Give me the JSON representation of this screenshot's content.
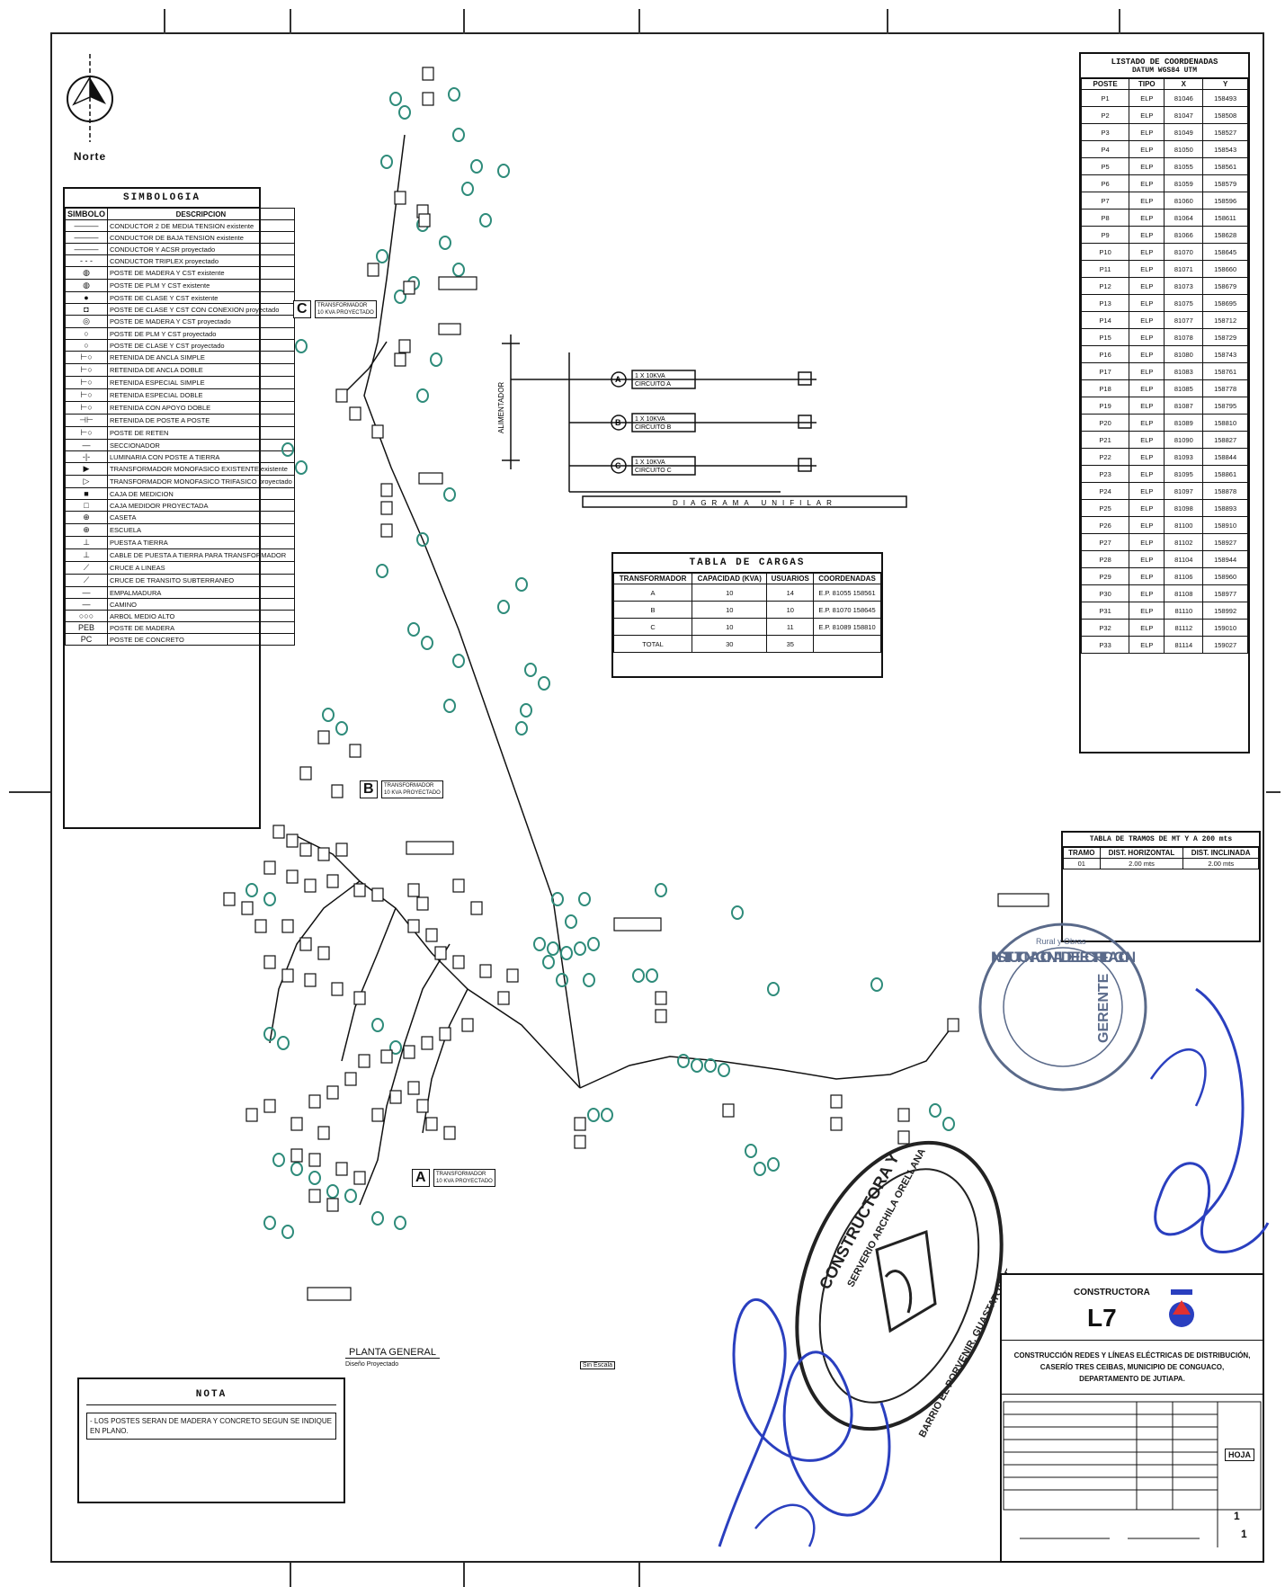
{
  "north": {
    "label": "Norte"
  },
  "legend": {
    "title": "SIMBOLOGIA",
    "col_symbol": "SIMBOLO",
    "col_desc": "DESCRIPCION",
    "items": [
      {
        "sym": "———",
        "desc": "CONDUCTOR 2 DE MEDIA TENSION existente"
      },
      {
        "sym": "———",
        "desc": "CONDUCTOR DE BAJA TENSION existente"
      },
      {
        "sym": "———",
        "desc": "CONDUCTOR Y ACSR proyectado"
      },
      {
        "sym": "- - -",
        "desc": "CONDUCTOR TRIPLEX proyectado"
      },
      {
        "sym": "◍",
        "desc": "POSTE DE MADERA Y CST existente"
      },
      {
        "sym": "◍",
        "desc": "POSTE DE PLM Y CST existente"
      },
      {
        "sym": "●",
        "desc": "POSTE DE CLASE Y CST existente"
      },
      {
        "sym": "◘",
        "desc": "POSTE DE CLASE Y CST CON CONEXION proyectado"
      },
      {
        "sym": "◎",
        "desc": "POSTE DE MADERA Y CST proyectado"
      },
      {
        "sym": "○",
        "desc": "POSTE DE PLM Y CST proyectado"
      },
      {
        "sym": "○",
        "desc": "POSTE DE CLASE Y CST proyectado"
      },
      {
        "sym": "⊢○",
        "desc": "RETENIDA DE ANCLA SIMPLE"
      },
      {
        "sym": "⊢○",
        "desc": "RETENIDA DE ANCLA DOBLE"
      },
      {
        "sym": "⊢○",
        "desc": "RETENIDA ESPECIAL SIMPLE"
      },
      {
        "sym": "⊢○",
        "desc": "RETENIDA ESPECIAL DOBLE"
      },
      {
        "sym": "⊢○",
        "desc": "RETENIDA CON APOYO DOBLE"
      },
      {
        "sym": "⊣⊢",
        "desc": "RETENIDA DE POSTE A POSTE"
      },
      {
        "sym": "⊢○",
        "desc": "POSTE DE RETEN"
      },
      {
        "sym": "—",
        "desc": "SECCIONADOR"
      },
      {
        "sym": "-|-",
        "desc": "LUMINARIA CON POSTE A TIERRA"
      },
      {
        "sym": "▶",
        "desc": "TRANSFORMADOR MONOFASICO EXISTENTE existente"
      },
      {
        "sym": "▷",
        "desc": "TRANSFORMADOR MONOFASICO TRIFASICO proyectado"
      },
      {
        "sym": "■",
        "desc": "CAJA DE MEDICION"
      },
      {
        "sym": "□",
        "desc": "CAJA MEDIDOR PROYECTADA"
      },
      {
        "sym": "⊕",
        "desc": "CASETA"
      },
      {
        "sym": "⊕",
        "desc": "ESCUELA"
      },
      {
        "sym": "⊥",
        "desc": "PUESTA A TIERRA"
      },
      {
        "sym": "⊥",
        "desc": "CABLE DE PUESTA A TIERRA PARA TRANSFORMADOR"
      },
      {
        "sym": "⟋",
        "desc": "CRUCE A LINEAS"
      },
      {
        "sym": "⟋",
        "desc": "CRUCE DE TRANSITO SUBTERRANEO"
      },
      {
        "sym": "—",
        "desc": "EMPALMADURA"
      },
      {
        "sym": "—",
        "desc": "CAMINO"
      },
      {
        "sym": "○○○",
        "desc": "ARBOL MEDIO ALTO"
      },
      {
        "sym": "PEB",
        "desc": "POSTE DE MADERA"
      },
      {
        "sym": "PC",
        "desc": "POSTE DE CONCRETO"
      }
    ]
  },
  "coords": {
    "title": "LISTADO DE COORDENADAS",
    "subtitle": "DATUM WGS84 UTM",
    "cols": [
      "POSTE",
      "TIPO",
      "X",
      "Y"
    ],
    "rows": [
      [
        "P1",
        "ELP",
        "81046",
        "158493"
      ],
      [
        "P2",
        "ELP",
        "81047",
        "158508"
      ],
      [
        "P3",
        "ELP",
        "81049",
        "158527"
      ],
      [
        "P4",
        "ELP",
        "81050",
        "158543"
      ],
      [
        "P5",
        "ELP",
        "81055",
        "158561"
      ],
      [
        "P6",
        "ELP",
        "81059",
        "158579"
      ],
      [
        "P7",
        "ELP",
        "81060",
        "158596"
      ],
      [
        "P8",
        "ELP",
        "81064",
        "158611"
      ],
      [
        "P9",
        "ELP",
        "81066",
        "158628"
      ],
      [
        "P10",
        "ELP",
        "81070",
        "158645"
      ],
      [
        "P11",
        "ELP",
        "81071",
        "158660"
      ],
      [
        "P12",
        "ELP",
        "81073",
        "158679"
      ],
      [
        "P13",
        "ELP",
        "81075",
        "158695"
      ],
      [
        "P14",
        "ELP",
        "81077",
        "158712"
      ],
      [
        "P15",
        "ELP",
        "81078",
        "158729"
      ],
      [
        "P16",
        "ELP",
        "81080",
        "158743"
      ],
      [
        "P17",
        "ELP",
        "81083",
        "158761"
      ],
      [
        "P18",
        "ELP",
        "81085",
        "158778"
      ],
      [
        "P19",
        "ELP",
        "81087",
        "158795"
      ],
      [
        "P20",
        "ELP",
        "81089",
        "158810"
      ],
      [
        "P21",
        "ELP",
        "81090",
        "158827"
      ],
      [
        "P22",
        "ELP",
        "81093",
        "158844"
      ],
      [
        "P23",
        "ELP",
        "81095",
        "158861"
      ],
      [
        "P24",
        "ELP",
        "81097",
        "158878"
      ],
      [
        "P25",
        "ELP",
        "81098",
        "158893"
      ],
      [
        "P26",
        "ELP",
        "81100",
        "158910"
      ],
      [
        "P27",
        "ELP",
        "81102",
        "158927"
      ],
      [
        "P28",
        "ELP",
        "81104",
        "158944"
      ],
      [
        "P29",
        "ELP",
        "81106",
        "158960"
      ],
      [
        "P30",
        "ELP",
        "81108",
        "158977"
      ],
      [
        "P31",
        "ELP",
        "81110",
        "158992"
      ],
      [
        "P32",
        "ELP",
        "81112",
        "159010"
      ],
      [
        "P33",
        "ELP",
        "81114",
        "159027"
      ]
    ]
  },
  "cargas": {
    "title": "TABLA DE CARGAS",
    "cols": [
      "TRANSFORMADOR",
      "CAPACIDAD (KVA)",
      "USUARIOS",
      "COORDENADAS"
    ],
    "rows": [
      [
        "A",
        "10",
        "14",
        "E.P. 81055 158561"
      ],
      [
        "B",
        "10",
        "10",
        "E.P. 81070 158645"
      ],
      [
        "C",
        "10",
        "11",
        "E.P. 81089 158810"
      ],
      [
        "TOTAL",
        "30",
        "35",
        ""
      ]
    ]
  },
  "tramos": {
    "title": "TABLA DE TRAMOS DE MT Y A 200 mts",
    "cols": [
      "TRAMO",
      "DIST. HORIZONTAL",
      "DIST. INCLINADA"
    ],
    "rows": [
      [
        "01",
        "2.00 mts",
        "2.00 mts"
      ]
    ]
  },
  "diagram": {
    "feeder": "ALIMENTADOR",
    "nodes": [
      {
        "id": "A",
        "kva": "1 X 10KVA",
        "circuit": "CIRCUITO A"
      },
      {
        "id": "B",
        "kva": "1 X 10KVA",
        "circuit": "CIRCUITO B"
      },
      {
        "id": "C",
        "kva": "1 X 10KVA",
        "circuit": "CIRCUITO C"
      }
    ],
    "footer": "DIAGRAMA UNIFILAR"
  },
  "transformers": [
    {
      "id": "A",
      "line1": "TRANSFORMADOR",
      "line2": "10 KVA PROYECTADO"
    },
    {
      "id": "B",
      "line1": "TRANSFORMADOR",
      "line2": "10 KVA PROYECTADO"
    },
    {
      "id": "C",
      "line1": "TRANSFORMADOR",
      "line2": "10 KVA PROYECTADO"
    }
  ],
  "plan": {
    "title": "PLANTA GENERAL",
    "subtitle": "Diseño Proyectado",
    "scale": "Sin Escala"
  },
  "nota": {
    "title": "NOTA",
    "text": "- LOS POSTES SERAN DE MADERA Y CONCRETO SEGUN SE INDIQUE EN PLANO."
  },
  "title_block": {
    "company": "CONSTRUCTORA",
    "code": "L7",
    "project_line1": "CONSTRUCCIÓN REDES Y LÍNEAS ELÉCTRICAS DE DISTRIBUCIÓN,",
    "project_line2": "CASERÍO TRES CEIBAS, MUNICIPIO DE CONGUACO,",
    "project_line3": "DEPARTAMENTO DE JUTIAPA.",
    "sheet_label": "HOJA",
    "sheet_num": "1",
    "sheet_total": "1"
  },
  "stamps": {
    "round1_top": "CONSTRUCTORA Y",
    "round1_name": "SERVERIO ARCHILA ORELLANA",
    "round1_bottom": "BARRIO EL PORVENIR, GUASTATOYA EL PROGRESO",
    "round2_top": "INSTITUTO NACIONAL DE ELECTRIFICACION",
    "round2_mid": "GERENTE",
    "round2_sub": "Rural y Obras"
  },
  "colors": {
    "tree": "#2e8b7a",
    "ink": "#111111",
    "stamp_blue": "#2a3fbf",
    "stamp_dark": "#222222"
  }
}
